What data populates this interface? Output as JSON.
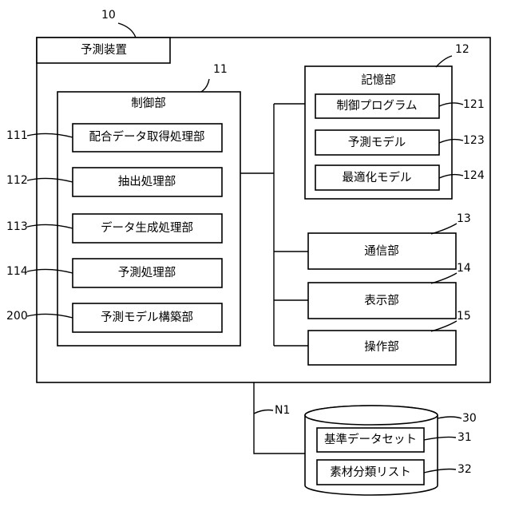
{
  "device": {
    "ref": "10",
    "title": "予測装置",
    "control": {
      "ref": "11",
      "title": "制御部",
      "units": [
        {
          "ref": "111",
          "label": "配合データ取得処理部"
        },
        {
          "ref": "112",
          "label": "抽出処理部"
        },
        {
          "ref": "113",
          "label": "データ生成処理部"
        },
        {
          "ref": "114",
          "label": "予測処理部"
        },
        {
          "ref": "200",
          "label": "予測モデル構築部"
        }
      ]
    },
    "storage": {
      "ref": "12",
      "title": "記憶部",
      "items": [
        {
          "ref": "121",
          "label": "制御プログラム"
        },
        {
          "ref": "123",
          "label": "予測モデル"
        },
        {
          "ref": "124",
          "label": "最適化モデル"
        }
      ]
    },
    "communication": {
      "ref": "13",
      "label": "通信部"
    },
    "display": {
      "ref": "14",
      "label": "表示部"
    },
    "operation": {
      "ref": "15",
      "label": "操作部"
    }
  },
  "network": {
    "label": "N1"
  },
  "database": {
    "ref": "30",
    "items": [
      {
        "ref": "31",
        "label": "基準データセット"
      },
      {
        "ref": "32",
        "label": "素材分類リスト"
      }
    ]
  }
}
